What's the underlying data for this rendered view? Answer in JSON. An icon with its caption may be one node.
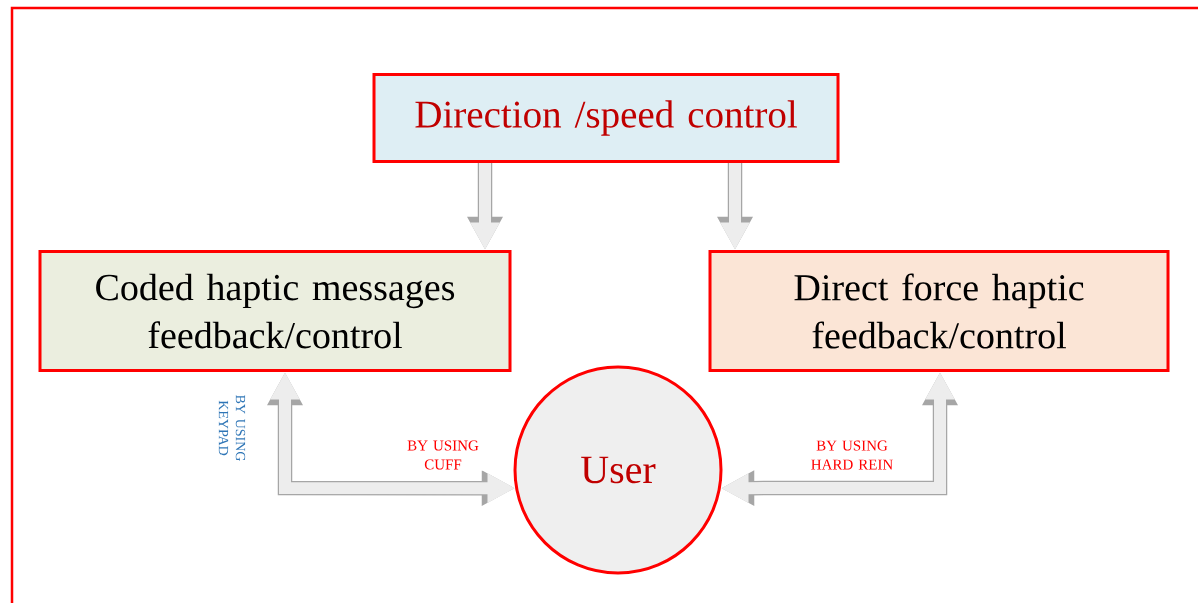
{
  "diagram": {
    "nodes": [
      {
        "text": [
          "Direction /speed control"
        ]
      },
      {
        "text": [
          "Coded haptic messages feedback/control"
        ]
      },
      {
        "text": [
          "Direct force haptic feedback/control"
        ]
      },
      {
        "text": [
          "User"
        ]
      }
    ],
    "edges": [
      {
        "from": 0,
        "to": 1,
        "arrow": "to"
      },
      {
        "from": 0,
        "to": 2,
        "arrow": "to"
      },
      {
        "from": 3,
        "to": 1,
        "arrow": "both",
        "label": "BY USING CUFF"
      },
      {
        "from": 3,
        "to": 2,
        "arrow": "both",
        "label": "BY USING HARD REIN"
      }
    ],
    "labels": [
      "BY USING KEYPAD"
    ]
  }
}
